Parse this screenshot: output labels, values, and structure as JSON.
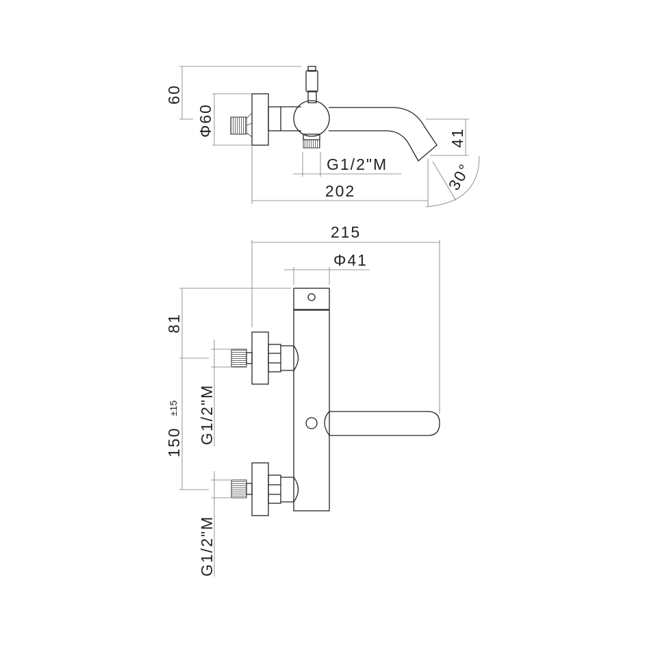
{
  "side_view": {
    "height_dim": "60",
    "rosette_diameter": "Φ60",
    "outlet_thread": "G1/2\"M",
    "length_dim": "202",
    "spout_height": "41",
    "spout_angle": "30°"
  },
  "front_view": {
    "width_dim": "215",
    "body_diameter": "Φ41",
    "top_offset": "81",
    "center_distance": "150",
    "center_tolerance": "±15",
    "inlet_thread_upper": "G1/2\"M",
    "inlet_thread_lower": "G1/2\"M"
  },
  "colors": {
    "line": "#222222",
    "dimension": "#777777",
    "background": "#ffffff"
  }
}
